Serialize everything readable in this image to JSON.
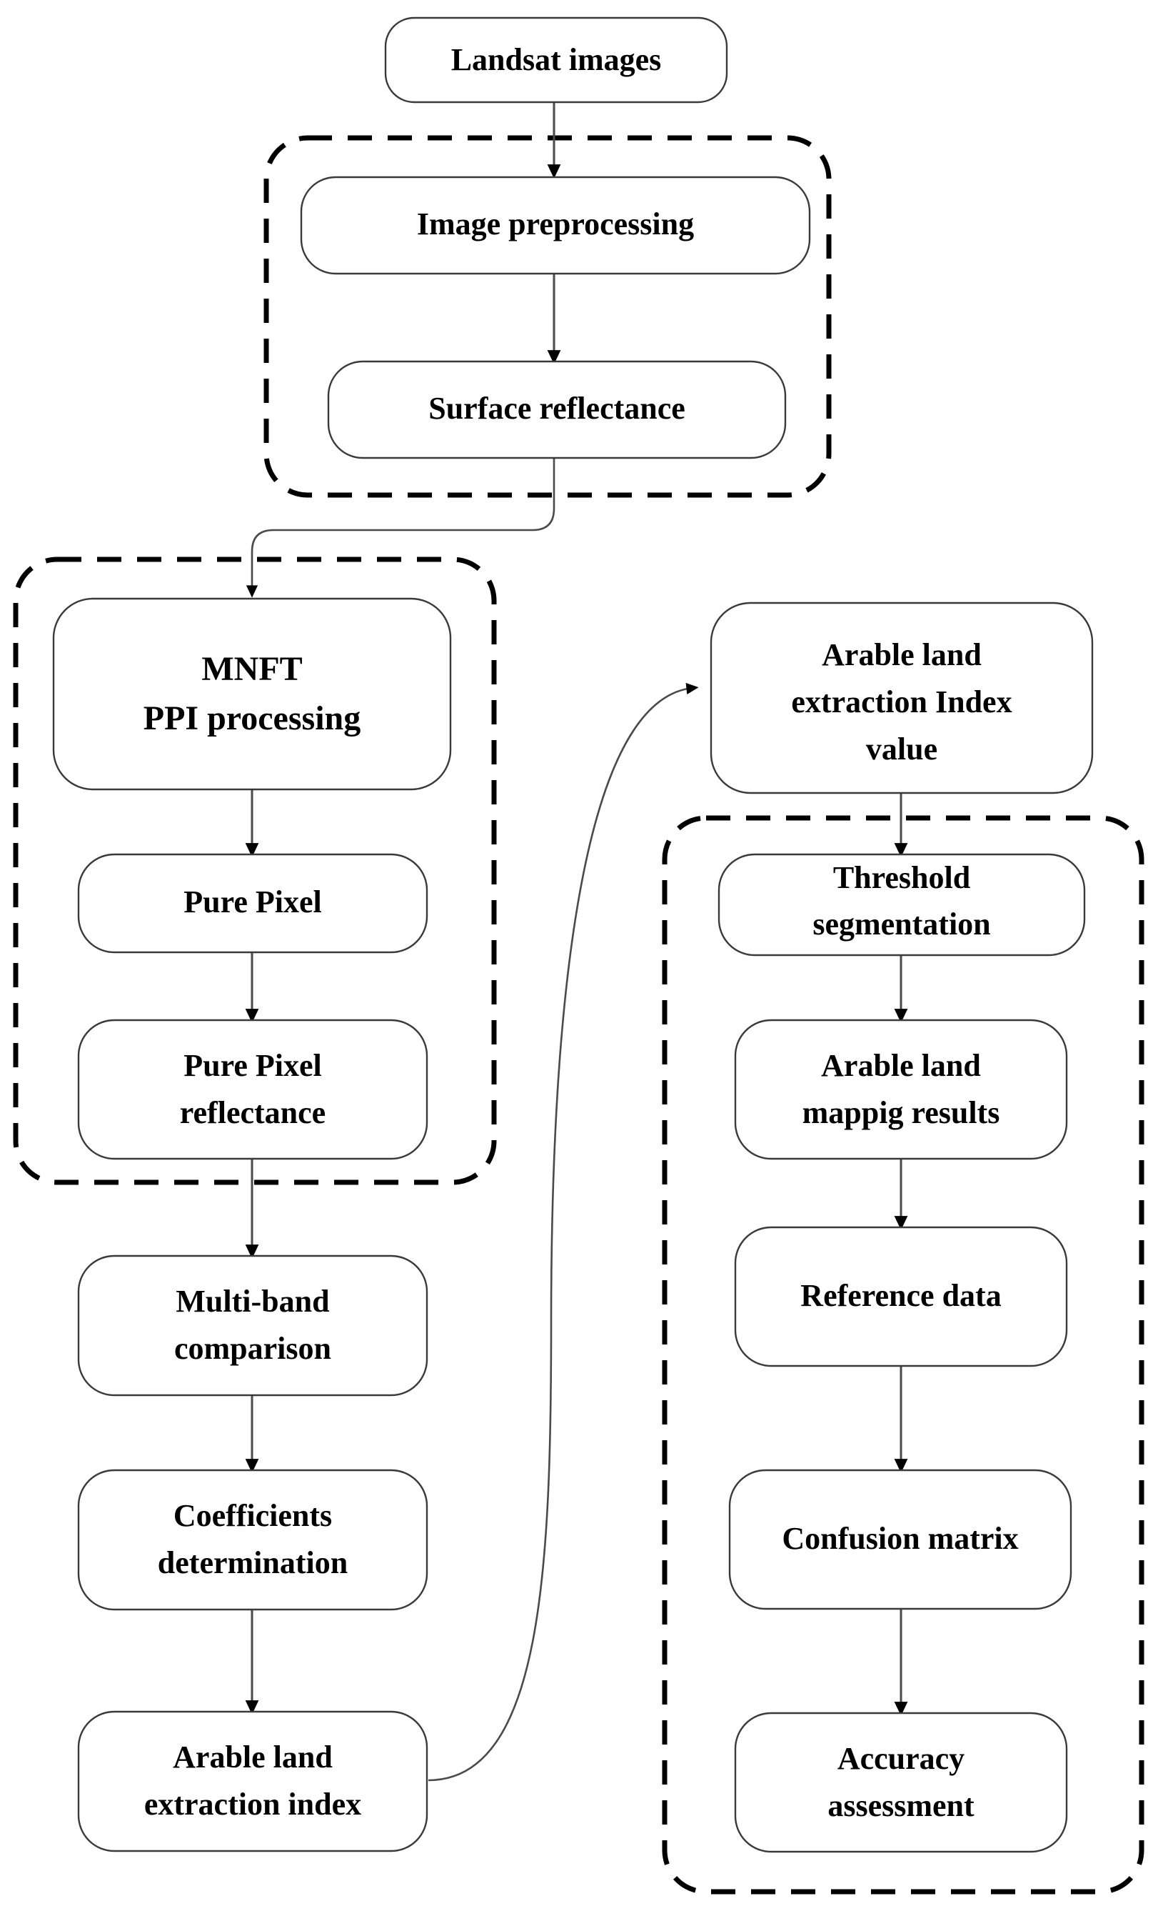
{
  "diagram": {
    "title": "Arable land extraction workflow flowchart",
    "colors": {
      "node_stroke": "#3a3a3a",
      "node_fill": "#ffffff",
      "group_stroke": "#000000",
      "edge_stroke": "#4a4a4a",
      "arrow_fill": "#000000",
      "background": "#ffffff"
    },
    "nodes": {
      "landsat_images": "Landsat images",
      "image_preprocessing": "Image preprocessing",
      "surface_reflectance": "Surface reflectance",
      "mnft_line1": "MNFT",
      "mnft_line2": "PPI processing",
      "pure_pixel": "Pure Pixel",
      "pure_pixel_reflectance_line1": "Pure Pixel",
      "pure_pixel_reflectance_line2": "reflectance",
      "multi_band_line1": "Multi-band",
      "multi_band_line2": "comparison",
      "coefficients_line1": "Coefficients",
      "coefficients_line2": "determination",
      "arable_index_line1": "Arable land",
      "arable_index_line2": "extraction index",
      "arable_index_value_line1": "Arable land",
      "arable_index_value_line2": "extraction Index",
      "arable_index_value_line3": "value",
      "threshold_line1": "Threshold",
      "threshold_line2": "segmentation",
      "mapping_results_line1": "Arable land",
      "mapping_results_line2": "mappig results",
      "reference_data": "Reference data",
      "confusion_matrix": "Confusion matrix",
      "accuracy_line1": "Accuracy",
      "accuracy_line2": "assessment"
    },
    "groups": {
      "preprocessing_group": "preprocessing-stage-group",
      "pure_pixel_group": "pure-pixel-extraction-group",
      "accuracy_group": "accuracy-assessment-group"
    }
  }
}
